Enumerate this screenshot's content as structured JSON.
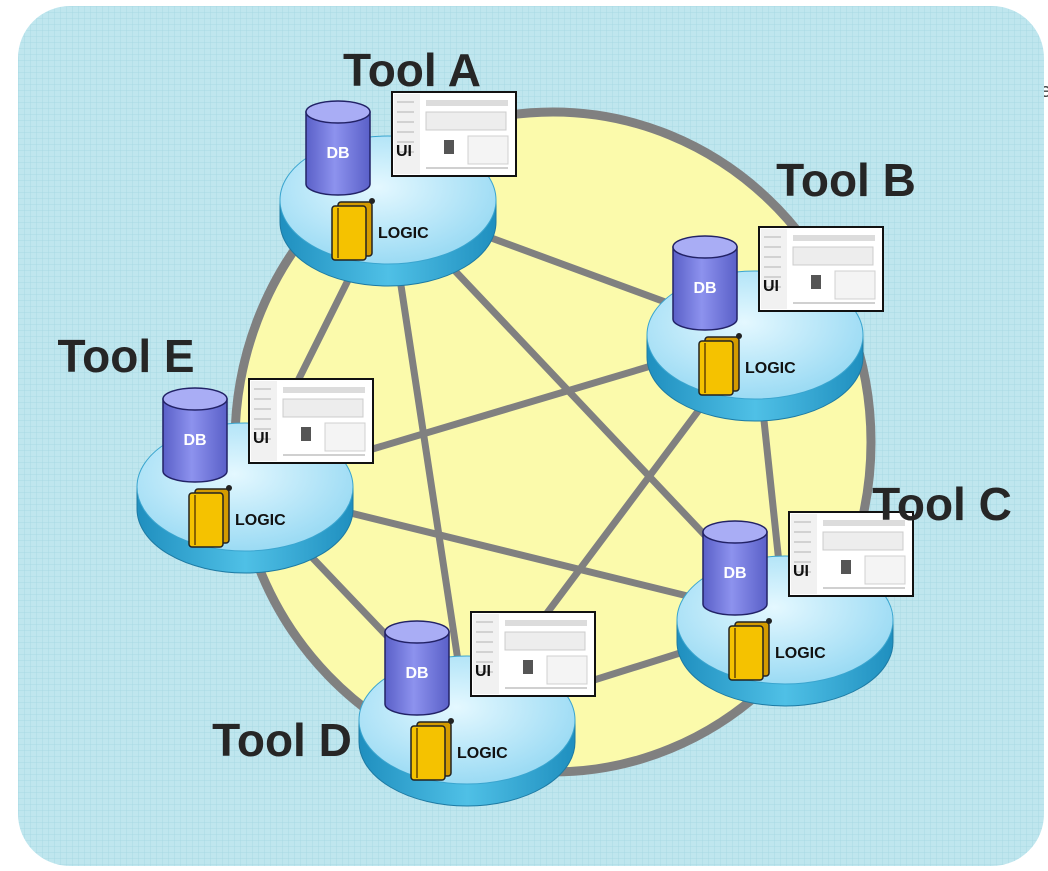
{
  "stray_char": "e",
  "colors": {
    "panel": "#bfe6ee",
    "ring_fill": "#fbfaab",
    "ring_stroke": "#808080",
    "edge": "#808080",
    "disk_top": "#b9e9fb",
    "disk_side": "#3ab0d8",
    "db": "#7a80e0",
    "logic_book": "#f5c200",
    "screen_border": "#111111"
  },
  "icons": {
    "db": "database-cylinder-icon",
    "ui": "application-screenshot-icon",
    "logic": "book-icon"
  },
  "tools": [
    {
      "id": "A",
      "name": "Tool A",
      "db_label": "DB",
      "ui_label": "UI",
      "logic_label": "LOGIC"
    },
    {
      "id": "B",
      "name": "Tool B",
      "db_label": "DB",
      "ui_label": "UI",
      "logic_label": "LOGIC"
    },
    {
      "id": "C",
      "name": "Tool C",
      "db_label": "DB",
      "ui_label": "UI",
      "logic_label": "LOGIC"
    },
    {
      "id": "D",
      "name": "Tool D",
      "db_label": "DB",
      "ui_label": "UI",
      "logic_label": "LOGIC"
    },
    {
      "id": "E",
      "name": "Tool E",
      "db_label": "DB",
      "ui_label": "UI",
      "logic_label": "LOGIC"
    }
  ],
  "connections": [
    [
      "A",
      "B"
    ],
    [
      "A",
      "C"
    ],
    [
      "A",
      "D"
    ],
    [
      "A",
      "E"
    ],
    [
      "B",
      "C"
    ],
    [
      "B",
      "D"
    ],
    [
      "B",
      "E"
    ],
    [
      "C",
      "D"
    ],
    [
      "C",
      "E"
    ],
    [
      "D",
      "E"
    ]
  ]
}
